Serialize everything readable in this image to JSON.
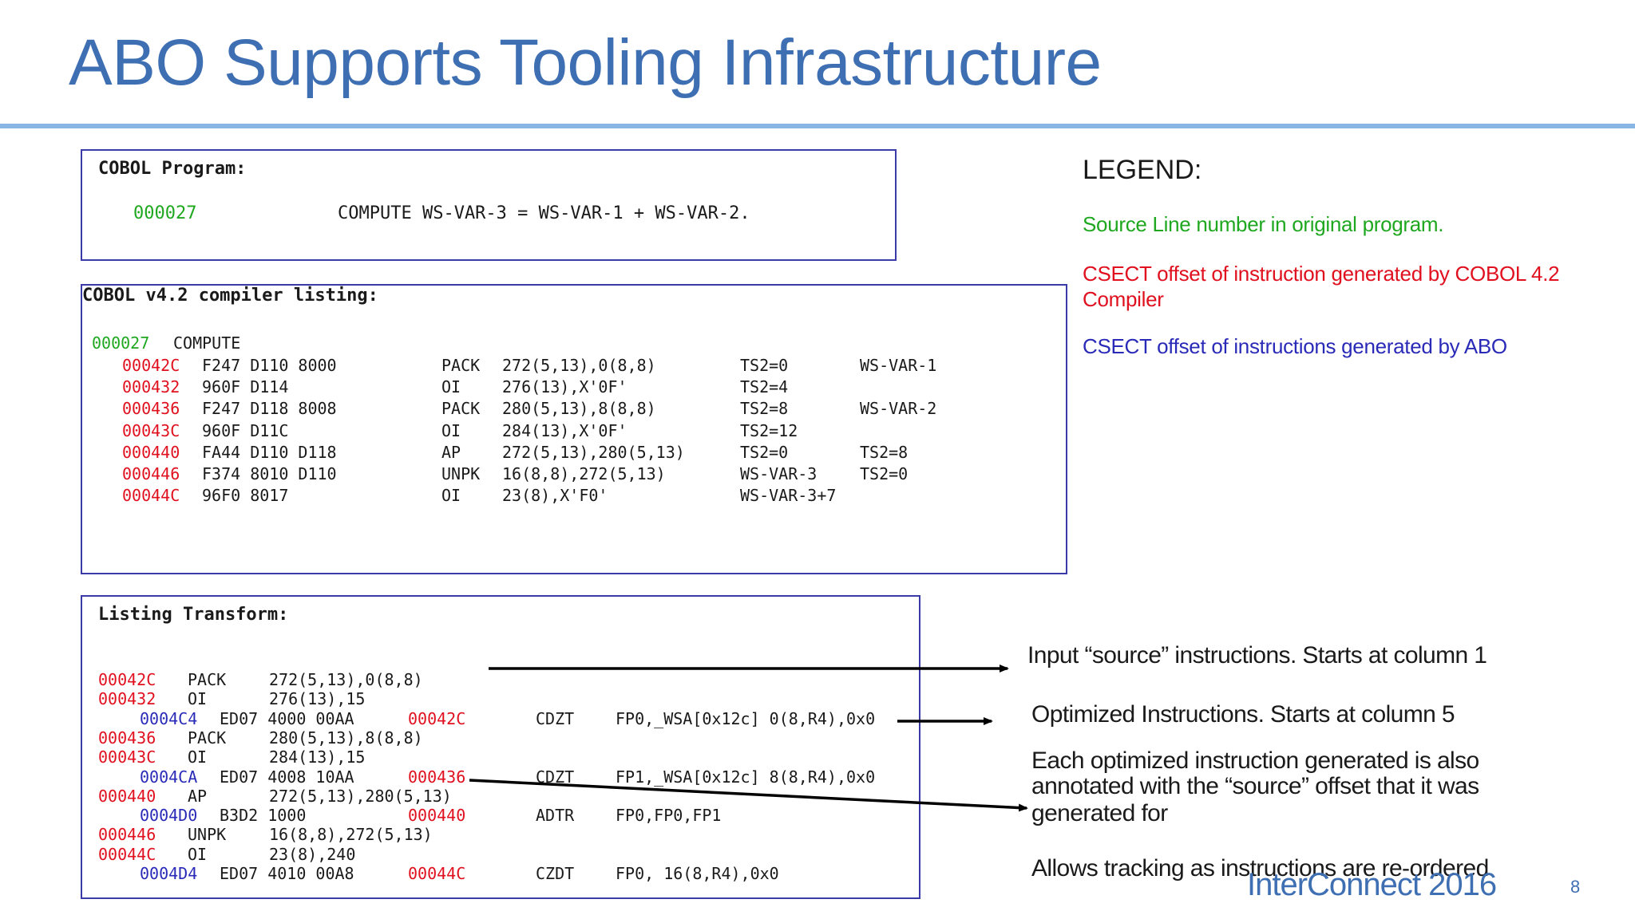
{
  "slide": {
    "title": "ABO Supports Tooling Infrastructure",
    "page_number": "8",
    "brand": "InterConnect 2016"
  },
  "cobol_program": {
    "heading": "COBOL Program:",
    "line_number": "000027",
    "statement": "COMPUTE WS-VAR-3 = WS-VAR-1 + WS-VAR-2."
  },
  "compiler_listing": {
    "heading": "COBOL v4.2 compiler listing:",
    "source_line": {
      "line_number": "000027",
      "verb": "COMPUTE"
    },
    "rows": [
      {
        "offset": "00042C",
        "hex": "F247 D110 8000",
        "op": "PACK",
        "operands": "272(5,13),0(8,8)",
        "c1": "TS2=0",
        "c2": "WS-VAR-1"
      },
      {
        "offset": "000432",
        "hex": "960F D114",
        "op": "OI",
        "operands": "276(13),X'0F'",
        "c1": "TS2=4",
        "c2": ""
      },
      {
        "offset": "000436",
        "hex": "F247 D118 8008",
        "op": "PACK",
        "operands": "280(5,13),8(8,8)",
        "c1": "TS2=8",
        "c2": "WS-VAR-2"
      },
      {
        "offset": "00043C",
        "hex": "960F D11C",
        "op": "OI",
        "operands": "284(13),X'0F'",
        "c1": "TS2=12",
        "c2": ""
      },
      {
        "offset": "000440",
        "hex": "FA44 D110 D118",
        "op": "AP",
        "operands": "272(5,13),280(5,13)",
        "c1": "TS2=0",
        "c2": "TS2=8"
      },
      {
        "offset": "000446",
        "hex": "F374 8010 D110",
        "op": "UNPK",
        "operands": "16(8,8),272(5,13)",
        "c1": "WS-VAR-3",
        "c2": "TS2=0"
      },
      {
        "offset": "00044C",
        "hex": "96F0 8017",
        "op": "OI",
        "operands": "23(8),X'F0'",
        "c1": "WS-VAR-3+7",
        "c2": ""
      }
    ]
  },
  "listing_transform": {
    "heading": "Listing Transform:",
    "rows": [
      {
        "kind": "source",
        "offset": "00042C",
        "op": "PACK",
        "operands": "272(5,13),0(8,8)"
      },
      {
        "kind": "source",
        "offset": "000432",
        "op": "OI",
        "operands": "276(13),15"
      },
      {
        "kind": "opt",
        "offset": "0004C4",
        "hex": "ED07 4000 00AA",
        "src": "00042C",
        "op": "CDZT",
        "operands": "FP0,_WSA[0x12c] 0(8,R4),0x0"
      },
      {
        "kind": "source",
        "offset": "000436",
        "op": "PACK",
        "operands": "280(5,13),8(8,8)"
      },
      {
        "kind": "source",
        "offset": "00043C",
        "op": "OI",
        "operands": "284(13),15"
      },
      {
        "kind": "opt",
        "offset": "0004CA",
        "hex": "ED07 4008 10AA",
        "src": "000436",
        "op": "CDZT",
        "operands": "FP1,_WSA[0x12c] 8(8,R4),0x0"
      },
      {
        "kind": "source",
        "offset": "000440",
        "op": "AP",
        "operands": "272(5,13),280(5,13)"
      },
      {
        "kind": "opt",
        "offset": "0004D0",
        "hex": "B3D2 1000",
        "src": "000440",
        "op": "ADTR",
        "operands": "FP0,FP0,FP1"
      },
      {
        "kind": "source",
        "offset": "000446",
        "op": "UNPK",
        "operands": "16(8,8),272(5,13)"
      },
      {
        "kind": "source",
        "offset": "00044C",
        "op": "OI",
        "operands": "23(8),240"
      },
      {
        "kind": "opt",
        "offset": "0004D4",
        "hex": "ED07 4010 00A8",
        "src": "00044C",
        "op": "CZDT",
        "operands": "FP0, 16(8,R4),0x0"
      }
    ]
  },
  "legend": {
    "heading": "LEGEND:",
    "source_line": "Source Line number in original program.",
    "cobol_csect_line1": "CSECT offset of instruction generated by COBOL 4.2",
    "cobol_csect_line2": "Compiler",
    "abo_csect": "CSECT offset of instructions generated by ABO"
  },
  "annotations": {
    "input_source": "Input “source” instructions. Starts at column 1",
    "optimized": "Optimized Instructions. Starts at column 5",
    "annotated_line1": "Each optimized instruction generated is also",
    "annotated_line2": "annotated with the “source” offset that it was",
    "annotated_line3": "generated for",
    "tracking": "Allows tracking  as instructions are re-ordered"
  },
  "colors": {
    "title": "#3f6fb3",
    "source_line": "#1fa81f",
    "cobol_offset": "#e0101f",
    "abo_offset": "#2a2ab8",
    "box_border": "#3a3aa8"
  }
}
